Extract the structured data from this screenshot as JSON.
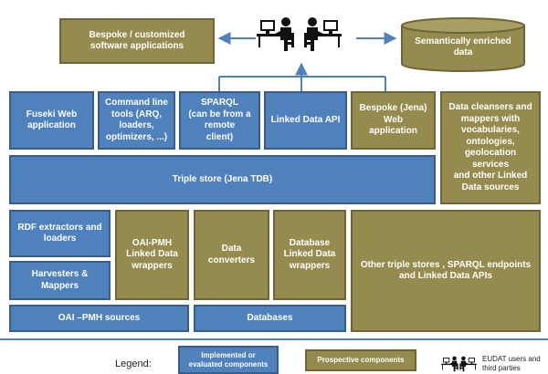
{
  "boxes": {
    "bespoke_software": "Bespoke / customized\nsoftware applications",
    "semantic_data": "Semantically enriched\ndata",
    "fuseki": "Fuseki Web\napplication",
    "command_line": "Command line\ntools (ARQ,\nloaders,\noptimizers, ...)",
    "sparql": "SPARQL\n(can be from a\nremote\nclient)",
    "linked_data_api": "Linked Data API",
    "bespoke_jena": "Bespoke (Jena)\nWeb\napplication",
    "data_cleansers": "Data cleansers and\nmappers with\nvocabularies,\nontologies,\ngeolocation services\nand other Linked\nData sources",
    "triple_store": "Triple store (Jena TDB)",
    "rdf_extractors": "RDF extractors and\nloaders",
    "harvesters": "Harvesters &\nMappers",
    "oai_pmh_wrappers": "OAI-PMH\nLinked Data\nwrappers",
    "data_converters": "Data\nconverters",
    "database_wrappers": "Database\nLinked Data\nwrappers",
    "other_triple_stores": "Other triple stores , SPARQL endpoints\nand Linked Data APIs",
    "oai_pmh_sources": "OAI –PMH sources",
    "databases": "Databases"
  },
  "legend": {
    "title": "Legend:",
    "implemented": "Implemented or\nevaluated components",
    "prospective": "Prospective components",
    "users": "EUDAT users and\nthird parties"
  },
  "colors": {
    "implemented": "#4f81bd",
    "prospective": "#958b4f",
    "arrow": "#4f81bd"
  },
  "icons": [
    "user-at-computer-icon",
    "user-at-computer-icon"
  ]
}
